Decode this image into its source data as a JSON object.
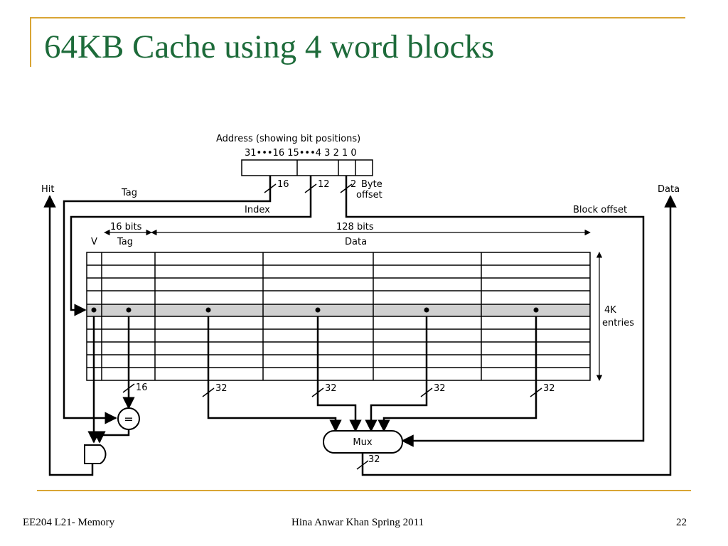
{
  "slide": {
    "title": "64KB Cache using 4 word blocks",
    "footer": {
      "left": "EE204 L21- Memory",
      "center": "Hina Anwar Khan Spring 2011",
      "page": "22"
    }
  },
  "diagram": {
    "address_label": "Address (showing bit positions)",
    "bit_positions": "31•••16 15•••4 3 2 1 0",
    "field_widths": {
      "tag": "16",
      "index": "12",
      "byte": "2"
    },
    "byte_offset_label_1": "Byte",
    "byte_offset_label_2": "offset",
    "hit_label": "Hit",
    "tag_label": "Tag",
    "index_label": "Index",
    "block_offset_label": "Block offset",
    "data_label": "Data",
    "tag_bits_label": "16 bits",
    "data_bits_label": "128 bits",
    "v_col_label": "V",
    "tag_col_label": "Tag",
    "data_col_label": "Data",
    "entries_label_1": "4K",
    "entries_label_2": "entries",
    "comparator_label": "=",
    "mux_label": "Mux",
    "tag_compare_width": "16",
    "word_widths": [
      "32",
      "32",
      "32",
      "32"
    ],
    "mux_output_width": "32"
  },
  "colors": {
    "title": "#1d6b3a",
    "rule": "#d9a534",
    "selected_row": "#d0d0d0"
  }
}
